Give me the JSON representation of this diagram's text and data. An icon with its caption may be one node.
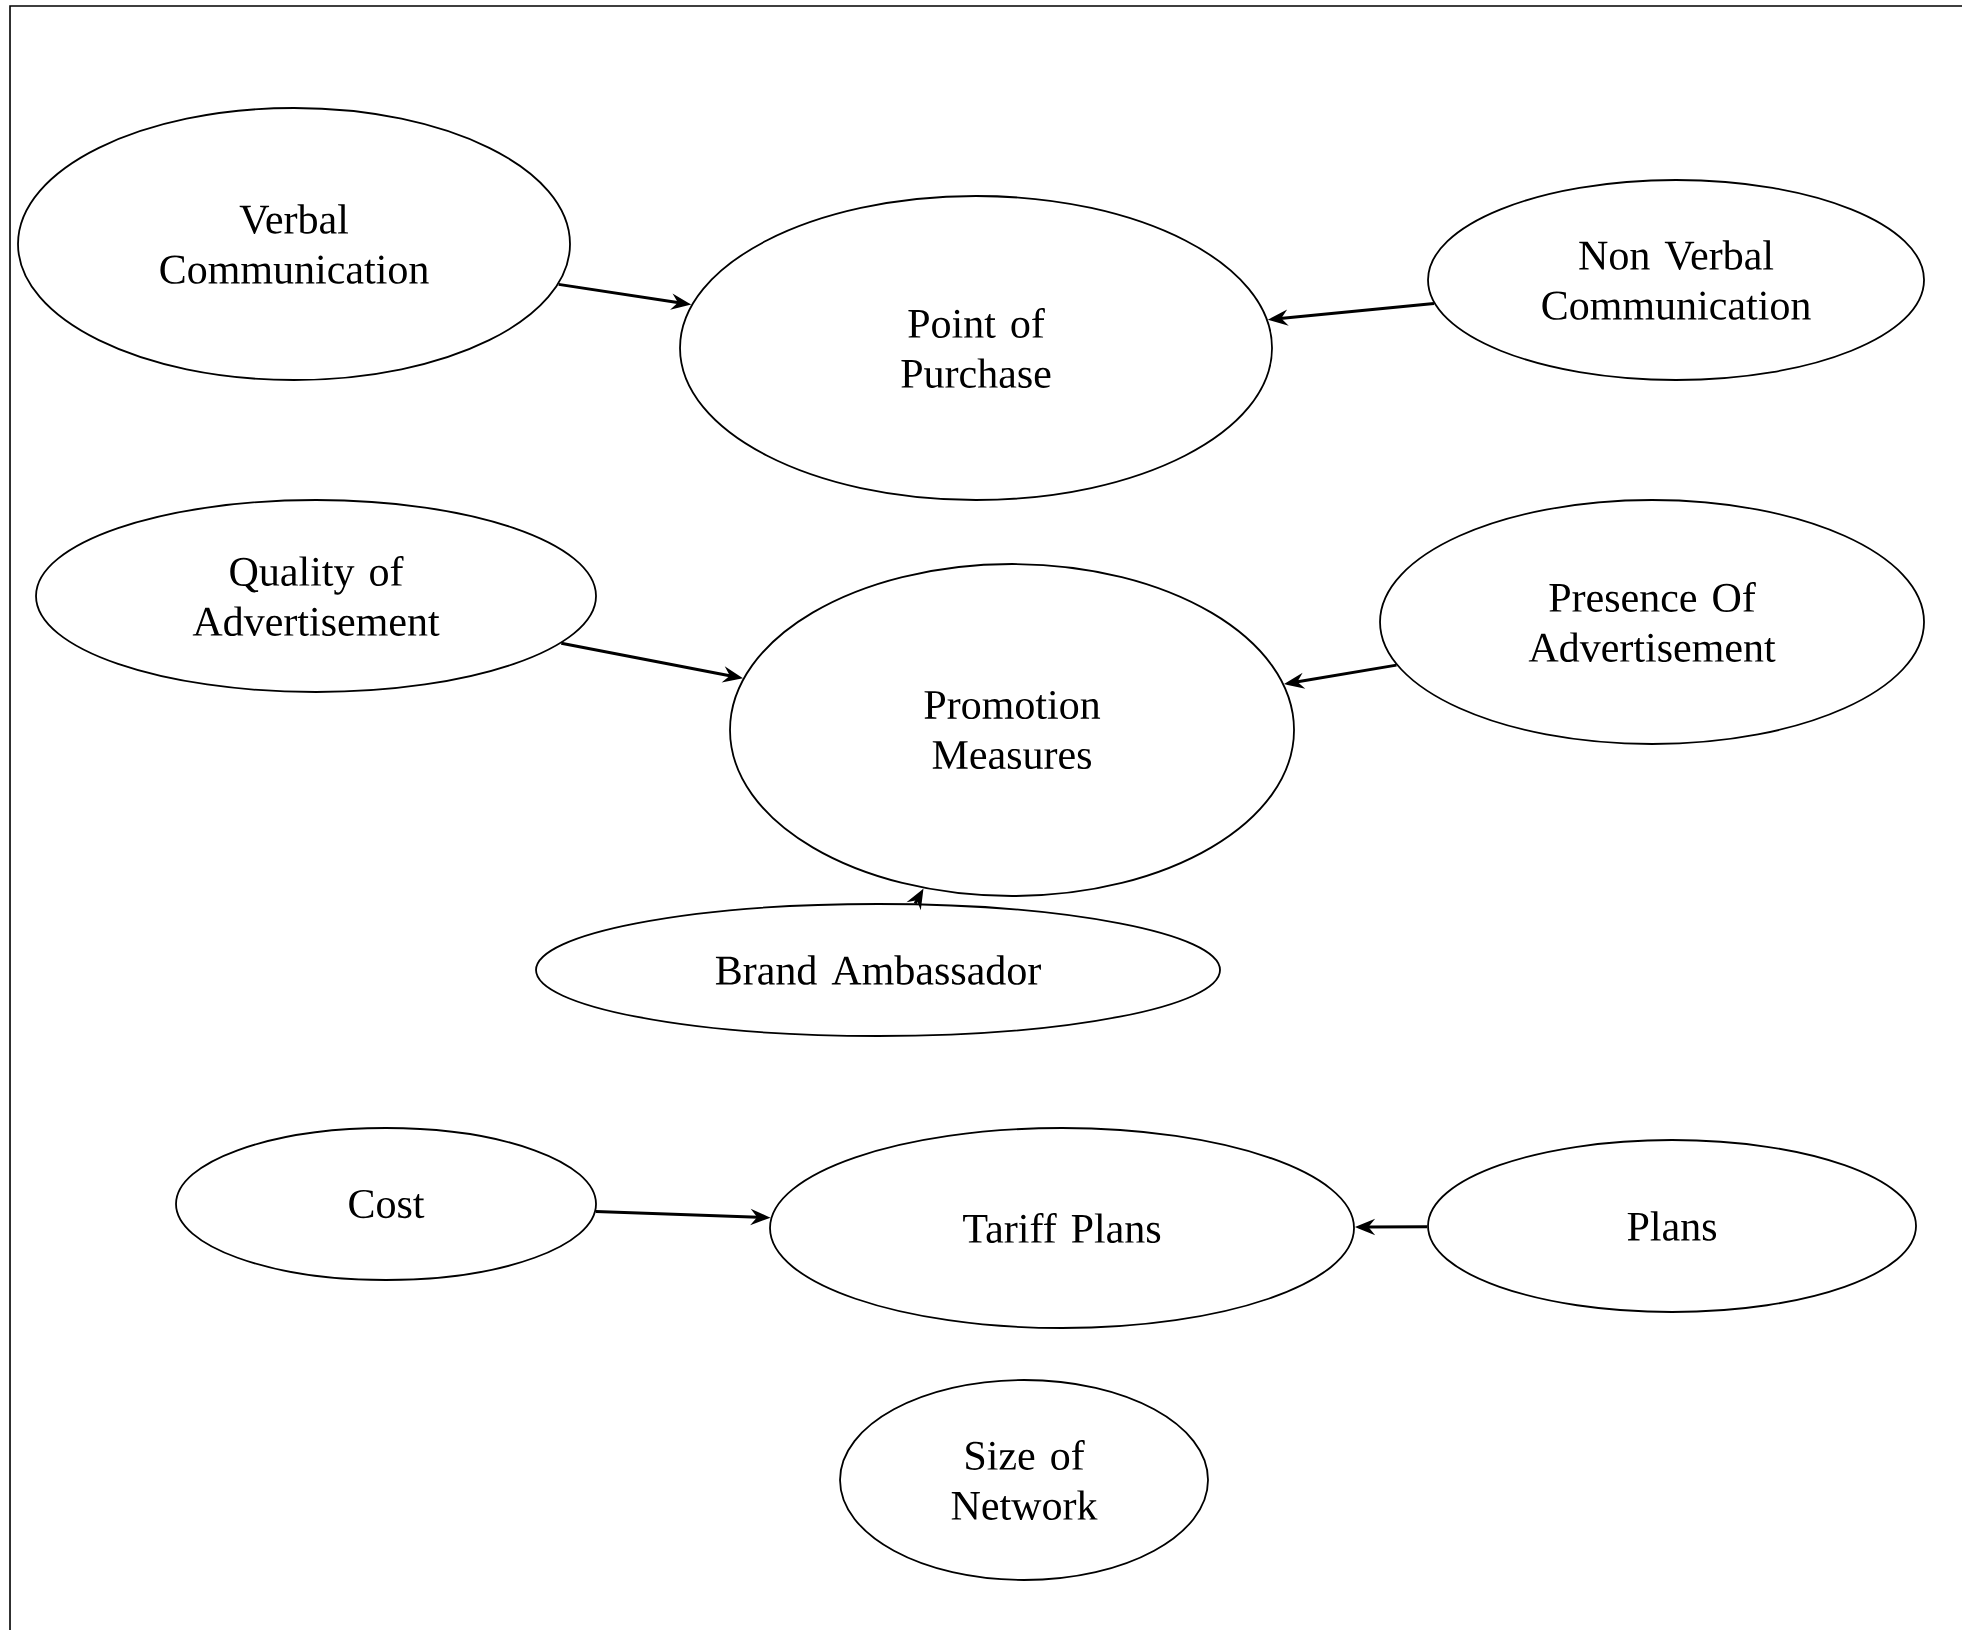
{
  "diagram": {
    "nodes": [
      {
        "text": [
          "Verbal Communication"
        ]
      },
      {
        "text": [
          "Non Verbal Communication"
        ]
      },
      {
        "text": [
          "Point of Purchase"
        ]
      },
      {
        "text": [
          "Quality of Advertisement"
        ]
      },
      {
        "text": [
          "Presence Of Advertisement"
        ]
      },
      {
        "text": [
          "Promotion Measures"
        ]
      },
      {
        "text": [
          "Brand Ambassador"
        ]
      },
      {
        "text": [
          "Cost"
        ]
      },
      {
        "text": [
          "Tariff Plans"
        ]
      },
      {
        "text": [
          "Plans"
        ]
      },
      {
        "text": [
          "Size of Network"
        ]
      }
    ],
    "edges": [
      {
        "from": 0,
        "to": 2,
        "arrow": "to"
      },
      {
        "from": 1,
        "to": 2,
        "arrow": "to"
      },
      {
        "from": 3,
        "to": 5,
        "arrow": "to"
      },
      {
        "from": 4,
        "to": 5,
        "arrow": "to"
      },
      {
        "from": 6,
        "to": 5,
        "arrow": "to"
      },
      {
        "from": 7,
        "to": 8,
        "arrow": "to"
      },
      {
        "from": 9,
        "to": 8,
        "arrow": "to"
      }
    ]
  }
}
